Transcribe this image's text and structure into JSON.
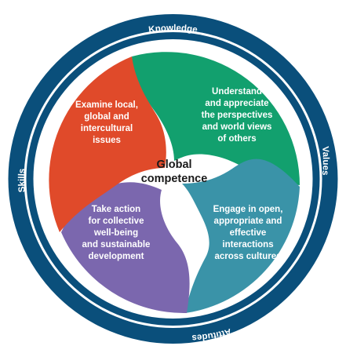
{
  "diagram": {
    "center": {
      "lines": [
        "Global",
        "competence"
      ]
    },
    "ring_labels": {
      "top": "Knowledge",
      "right": "Values",
      "bottom": "Attitudes",
      "left": "Skills"
    },
    "petals": [
      {
        "id": "examine",
        "color": "#e04a2a",
        "lines": [
          "Examine local,",
          "global and",
          "intercultural",
          "issues"
        ]
      },
      {
        "id": "understand",
        "color": "#12a06e",
        "lines": [
          "Understand",
          "and appreciate",
          "the perspectives",
          "and world views",
          "of others"
        ]
      },
      {
        "id": "engage",
        "color": "#3a93a8",
        "lines": [
          "Engage in open,",
          "appropriate and",
          "effective",
          "interactions",
          "across cultures"
        ]
      },
      {
        "id": "action",
        "color": "#7b67ae",
        "lines": [
          "Take action",
          "for collective",
          "well-being",
          "and sustainable",
          "development"
        ]
      }
    ],
    "colors": {
      "ring": "#0a4f7b",
      "center_text": "#1a1a1a"
    }
  }
}
